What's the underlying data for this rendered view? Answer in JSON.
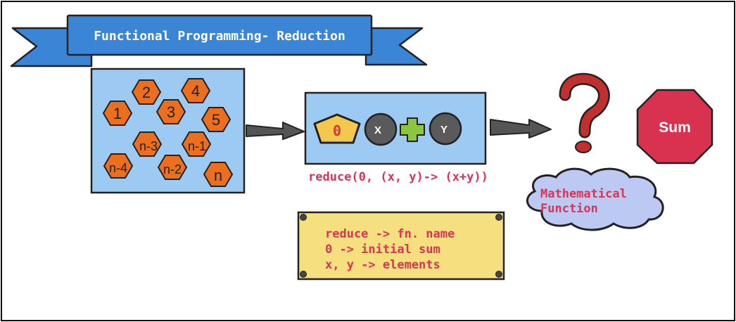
{
  "banner": {
    "title": "Functional Programming- Reduction"
  },
  "elements": {
    "items": [
      {
        "label": "1"
      },
      {
        "label": "2"
      },
      {
        "label": "3"
      },
      {
        "label": "4"
      },
      {
        "label": "5"
      },
      {
        "label": "n-3"
      },
      {
        "label": "n-1"
      },
      {
        "label": "n-4"
      },
      {
        "label": "n-2"
      },
      {
        "label": "n"
      }
    ]
  },
  "reducer": {
    "initial": "0",
    "x": "X",
    "y": "Y",
    "expression": "reduce(0, (x, y)-> (x+y))"
  },
  "result": {
    "label": "Sum",
    "cloud_line1": "Mathematical",
    "cloud_line2": "Function"
  },
  "legend": {
    "line1": "reduce -> fn. name",
    "line2": "0 -> initial sum",
    "line3": "x, y -> elements"
  },
  "colors": {
    "banner_blue": "#3a85d6",
    "panel_blue": "#9ccaf2",
    "hex_orange": "#ec6f1e",
    "code_red": "#d93456",
    "stop_red": "#d9324f",
    "note_yellow": "#f5df7f",
    "cloud_lavender": "#bcc9f2",
    "question_red": "#c22f2f"
  }
}
